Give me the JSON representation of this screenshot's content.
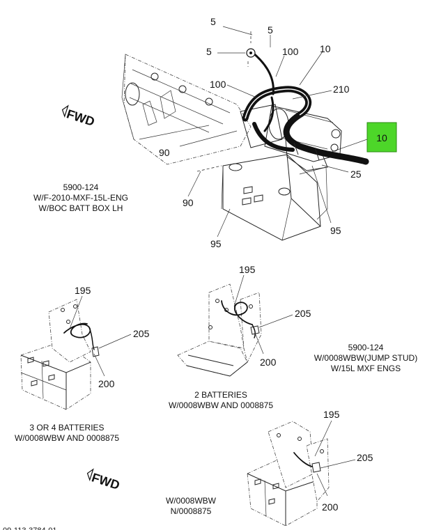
{
  "labels": {
    "main": {
      "c5a": "5",
      "c5b": "5",
      "c5c": "5",
      "c100a": "100",
      "c100b": "100",
      "c10a": "10",
      "c210": "210",
      "c10_highlight": "10",
      "c90a": "90",
      "c90b": "90",
      "c25": "25",
      "c95a": "95",
      "c95b": "95"
    },
    "box_a": {
      "c195": "195",
      "c205": "205",
      "c200": "200"
    },
    "box_b": {
      "c195": "195",
      "c205": "205",
      "c200": "200"
    },
    "box_c": {
      "c195": "195",
      "c205": "205",
      "c200": "200"
    }
  },
  "captions": {
    "main": [
      "5900-124",
      "W/F-2010-MXF-15L-ENG",
      "W/BOC BATT BOX LH"
    ],
    "jump_stud": [
      "5900-124",
      "W/0008WBW(JUMP STUD)",
      "W/15L MXF ENGS"
    ],
    "two_batteries": [
      "2 BATTERIES",
      "W/0008WBW AND 0008875"
    ],
    "three_four_batteries": [
      "3 OR 4 BATTERIES",
      "W/0008WBW AND 0008875"
    ],
    "no_0008875": [
      "W/0008WBW",
      "N/0008875"
    ]
  },
  "fwd_label": "FWD",
  "footer_code": "09-113-3784-01",
  "colors": {
    "highlight": "#4dd629",
    "line": "#222222"
  }
}
